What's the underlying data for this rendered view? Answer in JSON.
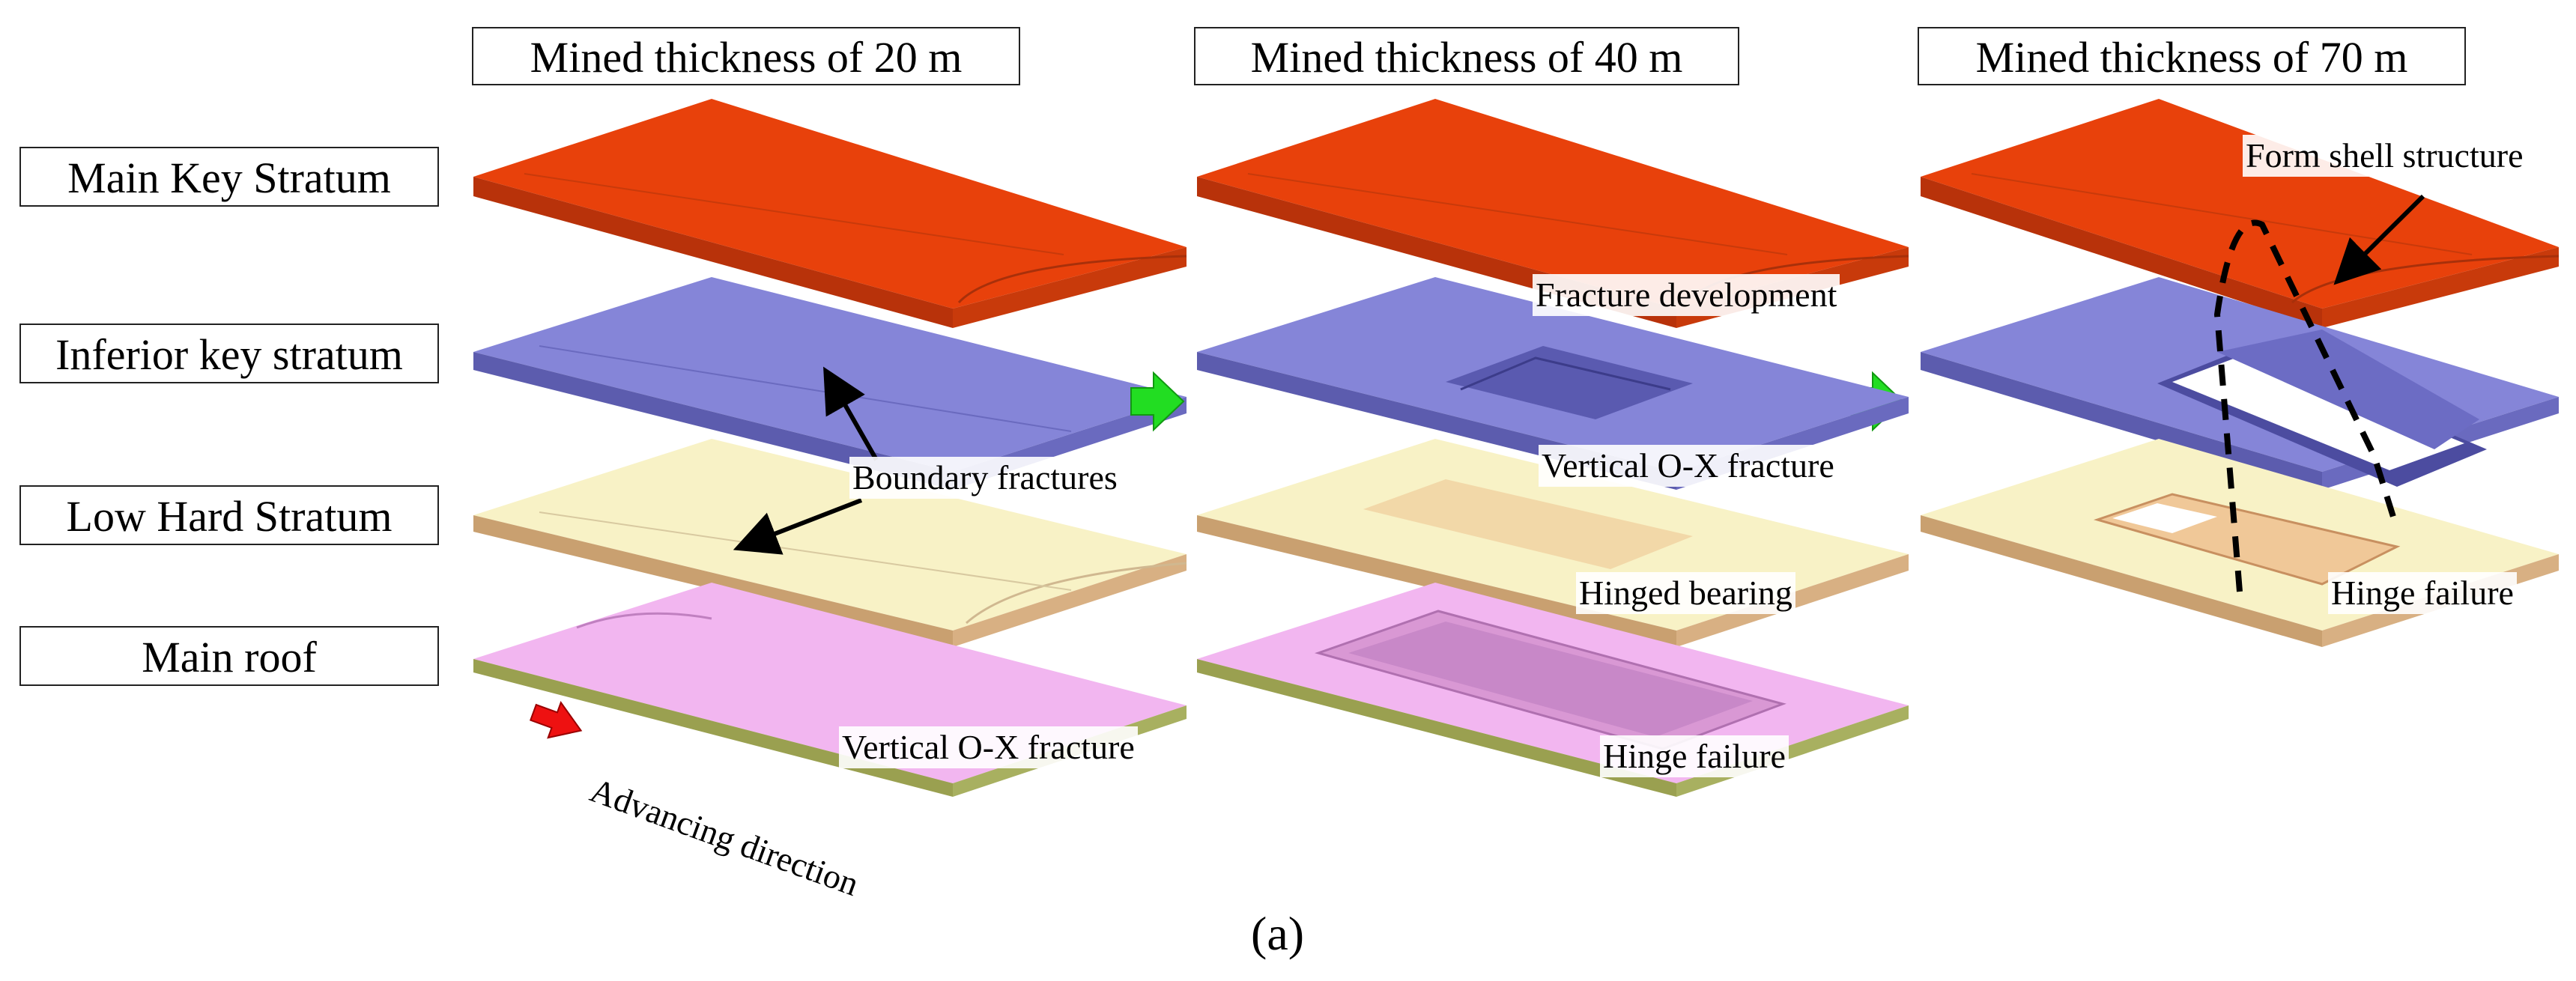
{
  "columns": [
    {
      "title": "Mined thickness of 20 m"
    },
    {
      "title": "Mined thickness of 40 m"
    },
    {
      "title": "Mined thickness of 70 m"
    }
  ],
  "layers": [
    {
      "label": "Main Key Stratum",
      "color": "#e8410b"
    },
    {
      "label": "Inferior key stratum",
      "color": "#7b7bd0"
    },
    {
      "label": "Low Hard Stratum",
      "color": "#f8f2c6"
    },
    {
      "label": "Main roof",
      "color": "#f2b6f0"
    }
  ],
  "annotations": {
    "boundary_fractures": "Boundary fractures",
    "vertical_ox_fracture_1": "Vertical O-X fracture",
    "advancing_direction": "Advancing direction",
    "fracture_development": "Fracture development",
    "vertical_ox_fracture_2": "Vertical O-X fracture",
    "hinged_bearing": "Hinged bearing",
    "hinge_failure_2": "Hinge failure",
    "form_shell_structure": "Form shell structure",
    "hinge_failure_3": "Hinge failure"
  },
  "caption": "(a)",
  "colors": {
    "progress_arrow": "#22dd22",
    "advance_arrow": "#ee1111"
  }
}
